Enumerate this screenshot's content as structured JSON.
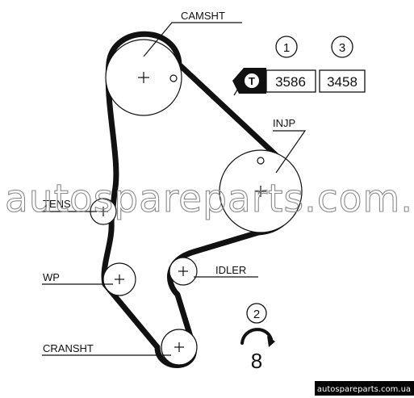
{
  "labels": {
    "camshaft": "CAMSHT",
    "injection_pump": "INJP",
    "tensioner": "TENS",
    "water_pump": "WP",
    "idler": "IDLER",
    "crankshaft": "CRANSHT"
  },
  "part_numbers": {
    "first_marker": "1",
    "first_value": "3586",
    "third_marker": "3",
    "third_value": "3458",
    "tool_icon": "T"
  },
  "rotation": {
    "marker": "2",
    "value": "8"
  },
  "watermark": {
    "main": "autospareparts.com.ua",
    "footer": "autospareparts.com.ua"
  },
  "colors": {
    "belt": "#111111",
    "line": "#111111",
    "background": "#ffffff",
    "watermark": "#8a8a8a",
    "footer_bg": "#000000"
  }
}
